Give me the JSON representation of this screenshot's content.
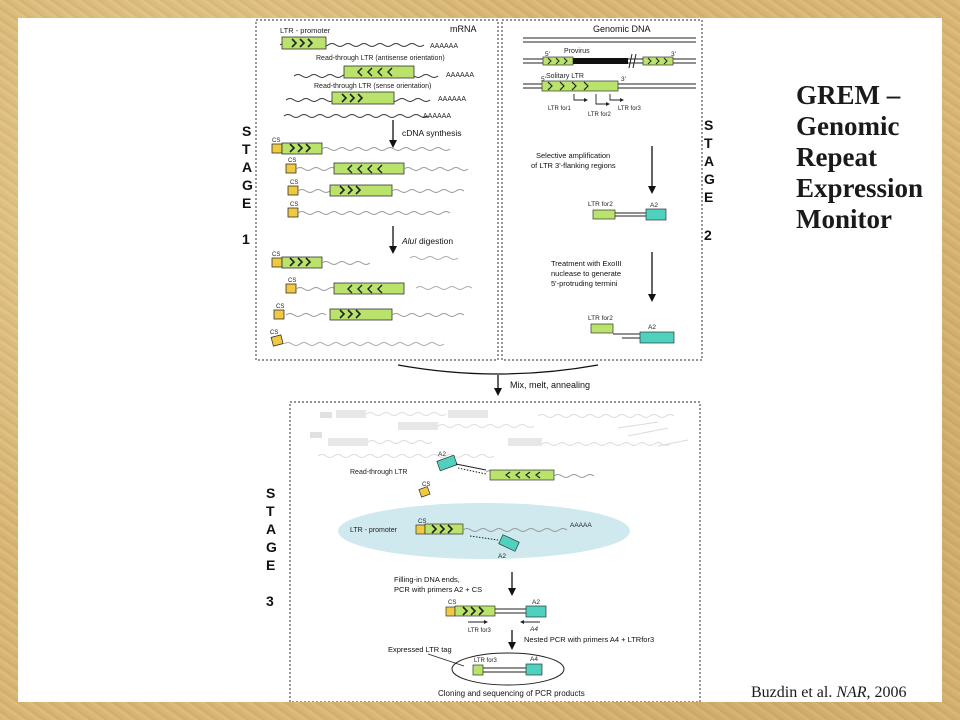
{
  "slide": {
    "title_lines": [
      "GREM –",
      "Genomic",
      "Repeat",
      "Expression",
      "Monitor"
    ],
    "citation": {
      "author": "Buzdin et al.",
      "journal": "NAR",
      "year": ", 2006"
    }
  },
  "diagram": {
    "panels": {
      "mrna_header": "mRNA",
      "genomic_header": "Genomic DNA"
    },
    "stage1": {
      "stage_letters": [
        "S",
        "T",
        "A",
        "G",
        "E",
        "1"
      ],
      "ltr_promoter": "LTR - promoter",
      "readthrough_antisense": "Read-through LTR (antisense orientation)",
      "readthrough_sense": "Read-through LTR (sense orientation)",
      "polyA": "AAAAAA",
      "cdna_synthesis": "cDNA synthesis",
      "alu_digestion_enzyme": "AluI",
      "alu_digestion_word": " digestion",
      "cs": "CS"
    },
    "stage2": {
      "stage_letters": [
        "S",
        "T",
        "A",
        "G",
        "E",
        "2"
      ],
      "provirus": "Provirus",
      "solitary_ltr": "Solitary LTR",
      "five_prime": "5'",
      "three_prime": "3'",
      "ltr_for1": "LTR for1",
      "ltr_for2": "LTR for2",
      "ltr_for3": "LTR for3",
      "selective_line1": "Selective amplification",
      "selective_line2": "of LTR 3'-flanking regions",
      "a2": "A2",
      "exo_line1": "Treatment with ExoIII",
      "exo_line2": "nuclease to generate",
      "exo_line3": "5'-protruding termini"
    },
    "mix": "Mix, melt, annealing",
    "stage3": {
      "stage_letters": [
        "S",
        "T",
        "A",
        "G",
        "E",
        "3"
      ],
      "readthrough_ltr": "Read-through LTR",
      "ltr_promoter": "LTR - promoter",
      "cs": "CS",
      "a2": "A2",
      "a4": "A4",
      "polyA": "AAAAA",
      "fill_line1": "Filling-in DNA ends,",
      "fill_line2": "PCR with primers A2 + CS",
      "ltr_for3": "LTR for3",
      "nested": "Nested PCR with primers A4 + LTRfor3",
      "expressed_tag": "Expressed LTR tag",
      "cloning": "Cloning and sequencing of PCR products"
    }
  }
}
